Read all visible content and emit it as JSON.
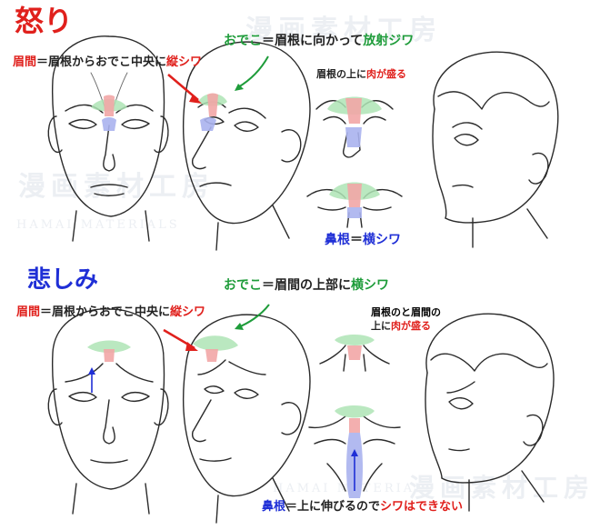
{
  "colors": {
    "title_red": "#e0201c",
    "title_blue": "#1f2fd6",
    "label_red": "#e0201c",
    "label_green": "#1e9c3a",
    "label_blue": "#1f2fd6",
    "text_dark": "#222222",
    "region_green": "#aee4b5",
    "region_red": "#f2a6a6",
    "region_blue": "#aab3ee",
    "watermark": "#eceff3"
  },
  "anger": {
    "title": "怒り",
    "glabella_key": "眉間",
    "glabella_mid": "＝眉根からおでこ中央に",
    "glabella_em": "縦シワ",
    "forehead_key": "おでこ",
    "forehead_mid": "＝眉根に向かって",
    "forehead_em": "放射ジワ",
    "brow_pre": "眉根の上に",
    "brow_em": "肉が盛る",
    "nose_key": "鼻根",
    "nose_mid": "＝",
    "nose_em": "横シワ"
  },
  "sadness": {
    "title": "悲しみ",
    "forehead_key": "おでこ",
    "forehead_mid": "＝眉間の上部に",
    "forehead_em": "横シワ",
    "glabella_key": "眉間",
    "glabella_mid": "＝眉根からおでこ中央に",
    "glabella_em": "縦シワ",
    "brow_line1": "眉根のと眉間の",
    "brow_line2_pre": "上に",
    "brow_line2_em": "肉が盛る",
    "nose_key": "鼻根",
    "nose_mid": "＝上に伸びるので",
    "nose_em": "シワはできない"
  }
}
